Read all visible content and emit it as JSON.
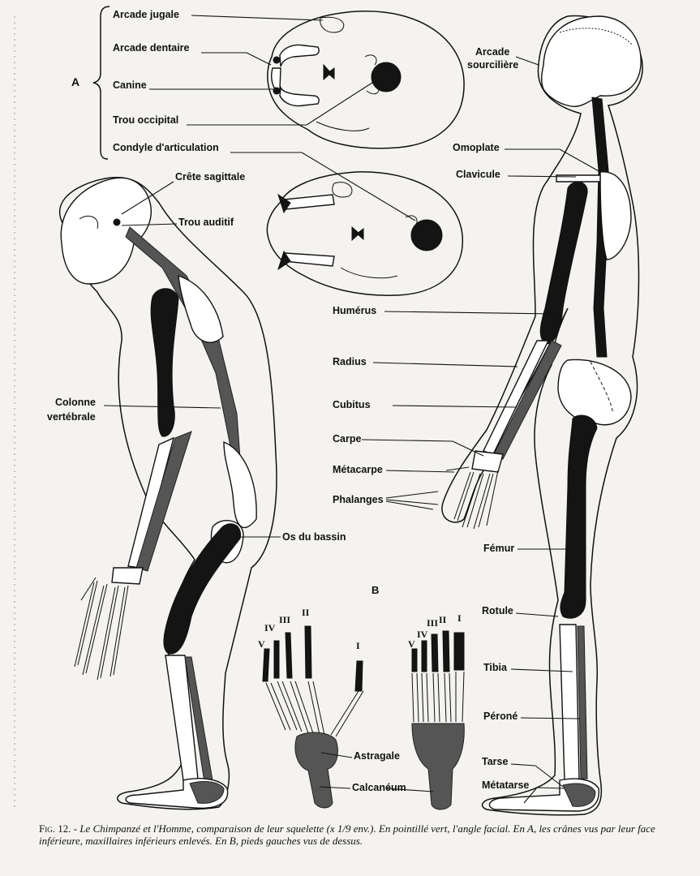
{
  "labels": {
    "arcade_jugale": "Arcade jugale",
    "arcade_dentaire": "Arcade dentaire",
    "canine": "Canine",
    "trou_occipital": "Trou occipital",
    "condyle": "Condyle d'articulation",
    "group_a": "A",
    "crete_sagittale": "Crête sagittale",
    "trou_auditif": "Trou auditif",
    "arcade_sourciliere_1": "Arcade",
    "arcade_sourciliere_2": "sourcilière",
    "omoplate": "Omoplate",
    "clavicule": "Clavicule",
    "humerus": "Humérus",
    "radius": "Radius",
    "cubitus": "Cubitus",
    "carpe": "Carpe",
    "metacarpe": "Métacarpe",
    "phalanges": "Phalanges",
    "colonne_1": "Colonne",
    "colonne_2": "vertébrale",
    "os_du_bassin": "Os du bassin",
    "femur": "Fémur",
    "rotule": "Rotule",
    "tibia": "Tibia",
    "perone": "Péroné",
    "tarse": "Tarse",
    "metatarse": "Métatarse",
    "group_b": "B",
    "astragale": "Astragale",
    "calcaneum": "Calcanéum"
  },
  "toe_numerals": {
    "chimp": [
      "V",
      "IV",
      "III",
      "II",
      "I"
    ],
    "human": [
      "V",
      "IV",
      "III",
      "II",
      "I"
    ]
  },
  "caption": {
    "fig": "Fig. 12.",
    "text": " - Le Chimpanzé et l'Homme, comparaison de leur squelette (x 1/9 env.). En pointillé vert, l'angle facial. En A, les crânes vus par leur face inférieure, maxillaires inférieurs enlevés. En B, pieds gauches vus de dessus."
  }
}
